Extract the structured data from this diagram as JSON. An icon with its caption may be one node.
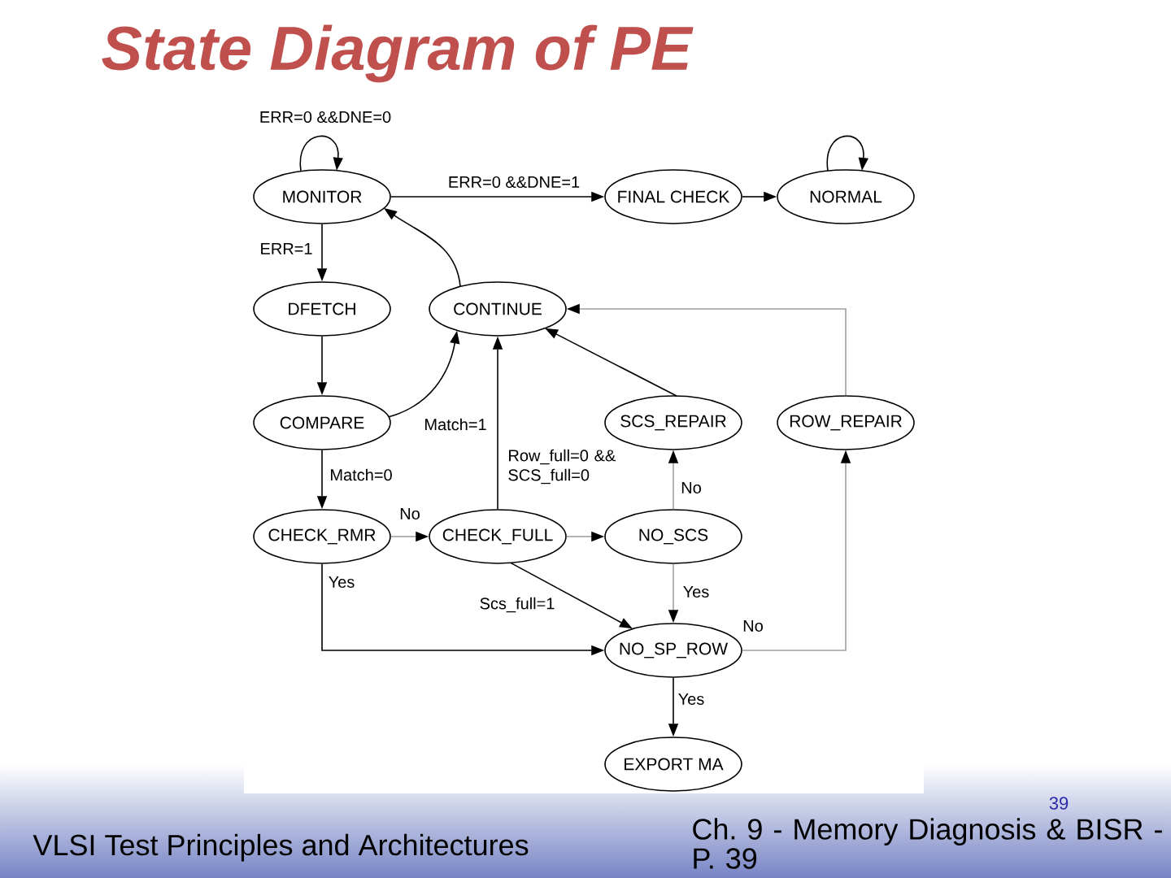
{
  "diagram": {
    "title": "State Diagram of PE",
    "nodes": [
      {
        "text": [
          "MONITOR"
        ]
      },
      {
        "text": [
          "FINAL CHECK"
        ]
      },
      {
        "text": [
          "NORMAL"
        ]
      },
      {
        "text": [
          "DFETCH"
        ]
      },
      {
        "text": [
          "CONTINUE"
        ]
      },
      {
        "text": [
          "COMPARE"
        ]
      },
      {
        "text": [
          "SCS_REPAIR"
        ]
      },
      {
        "text": [
          "ROW_REPAIR"
        ]
      },
      {
        "text": [
          "CHECK_RMR"
        ]
      },
      {
        "text": [
          "CHECK_FULL"
        ]
      },
      {
        "text": [
          "NO_SCS"
        ]
      },
      {
        "text": [
          "NO_SP_ROW"
        ]
      },
      {
        "text": [
          "EXPORT MA"
        ]
      }
    ],
    "edges": [
      {
        "from": 0,
        "to": 0,
        "arrow": "to",
        "label": "ERR=0 &&DNE=0"
      },
      {
        "from": 0,
        "to": 1,
        "arrow": "to",
        "label": "ERR=0 &&DNE=1"
      },
      {
        "from": 1,
        "to": 2,
        "arrow": "to"
      },
      {
        "from": 2,
        "to": 2,
        "arrow": "to"
      },
      {
        "from": 0,
        "to": 3,
        "arrow": "to",
        "label": "ERR=1"
      },
      {
        "from": 4,
        "to": 0,
        "arrow": "to"
      },
      {
        "from": 3,
        "to": 5,
        "arrow": "to"
      },
      {
        "from": 5,
        "to": 4,
        "arrow": "to",
        "label": "Match=1"
      },
      {
        "from": 5,
        "to": 8,
        "arrow": "to",
        "label": "Match=0"
      },
      {
        "from": 8,
        "to": 9,
        "arrow": "to",
        "label": "No",
        "color": "#a0a0a0"
      },
      {
        "from": 9,
        "to": 4,
        "arrow": "to",
        "label": "Row_full=0 && SCS_full=0"
      },
      {
        "from": 9,
        "to": 10,
        "arrow": "to",
        "color": "#a0a0a0"
      },
      {
        "from": 10,
        "to": 6,
        "arrow": "to",
        "label": "No",
        "color": "#a0a0a0"
      },
      {
        "from": 6,
        "to": 4,
        "arrow": "to"
      },
      {
        "from": 9,
        "to": 11,
        "arrow": "to",
        "label": "Scs_full=1"
      },
      {
        "from": 10,
        "to": 11,
        "arrow": "to",
        "label": "Yes",
        "color": "#a0a0a0"
      },
      {
        "from": 8,
        "to": 11,
        "arrow": "to",
        "label": "Yes"
      },
      {
        "from": 11,
        "to": 7,
        "arrow": "to",
        "label": "No",
        "color": "#a0a0a0"
      },
      {
        "from": 7,
        "to": 4,
        "arrow": "to",
        "color": "#a0a0a0"
      },
      {
        "from": 11,
        "to": 12,
        "arrow": "to",
        "label": "Yes"
      }
    ],
    "labels": [
      "39",
      "VLSI Test Principles and Architectures",
      "Ch. 9 - Memory Diagnosis & BISR - P. 39"
    ]
  }
}
